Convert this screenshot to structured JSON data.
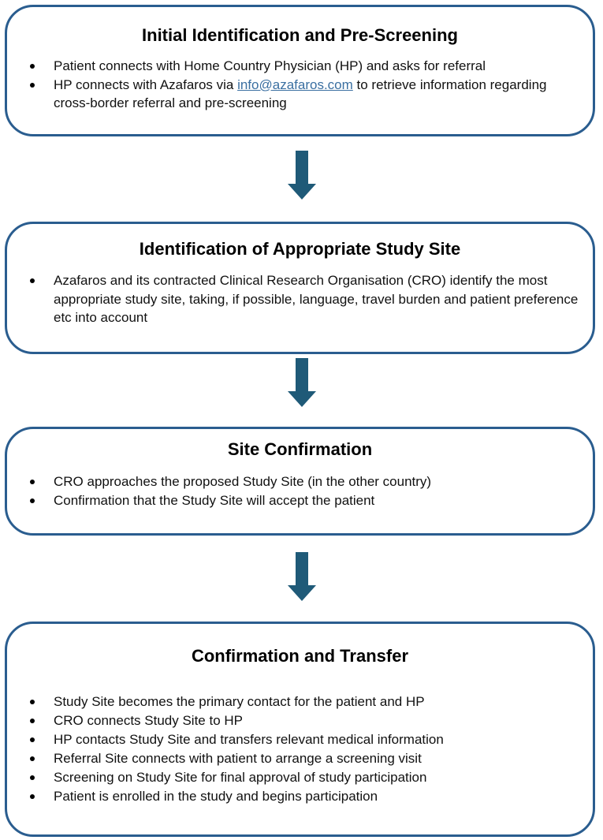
{
  "colors": {
    "box_border": "#2a5d8f",
    "arrow_fill": "#1f5a78",
    "link": "#3a6fa1"
  },
  "boxes": [
    {
      "title": "Initial Identification and Pre-Screening",
      "bullets": [
        "Patient connects with Home Country Physician (HP) and asks for referral",
        {
          "before": "HP connects with Azafaros via ",
          "link": "info@azafaros.com",
          "after": " to retrieve information regarding cross-border referral and pre-screening"
        }
      ]
    },
    {
      "title": "Identification of Appropriate Study Site",
      "bullets": [
        "Azafaros and its contracted Clinical Research Organisation (CRO) identify the most appropriate study site, taking, if possible, language, travel  burden and patient preference etc into account"
      ]
    },
    {
      "title": "Site Confirmation",
      "bullets": [
        "CRO approaches the proposed Study Site (in the other country)",
        "Confirmation that the Study Site will accept the patient"
      ]
    },
    {
      "title": "Confirmation and Transfer",
      "bullets": [
        "Study Site becomes the primary contact for the patient and HP",
        "CRO connects Study Site to HP",
        "HP contacts Study Site and transfers relevant medical information",
        "Referral Site connects with patient to arrange a screening visit",
        "Screening on Study Site for final approval of study participation",
        "Patient is enrolled in the study and begins participation"
      ]
    }
  ]
}
